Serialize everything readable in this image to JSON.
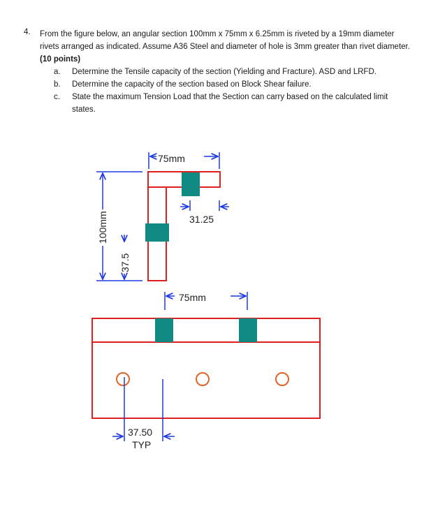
{
  "question": {
    "number": "4.",
    "text_main": "From the figure below, an angular section 100mm x 75mm x 6.25mm is riveted by a 19mm diameter rivets arranged as indicated. Assume A36 Steel and diameter of hole is 3mm greater than rivet diameter.",
    "points": "(10 points)",
    "items": [
      {
        "marker": "a.",
        "text": "Determine the Tensile capacity of the section (Yielding and Fracture). ASD and LRFD."
      },
      {
        "marker": "b.",
        "text": "Determine the capacity of the section based on Block Shear failure."
      },
      {
        "marker": "c.",
        "text": "State the maximum Tension Load that the Section can carry based on the calculated limit states."
      }
    ]
  },
  "figure": {
    "top_width_label": "75mm",
    "gauge_label": "31.25",
    "height_label": "100mm",
    "leg_label": "37.5",
    "spacing_label": "75mm",
    "edge_label": "37.50",
    "edge_sub_label": "TYP",
    "colors": {
      "angle_outline": "#e02020",
      "rivet": "#128a84",
      "dimension": "#1e3adf"
    }
  }
}
